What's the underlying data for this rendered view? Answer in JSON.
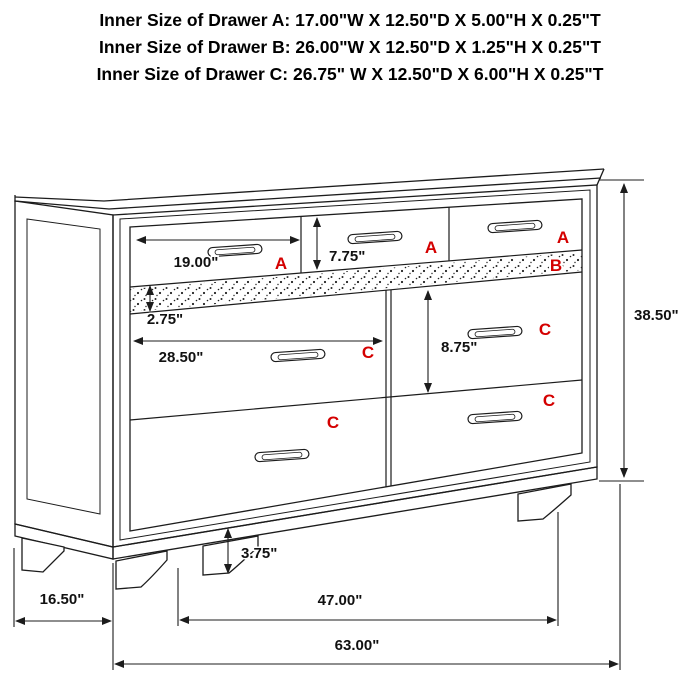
{
  "header": {
    "lines": [
      "Inner Size of Drawer A: 17.00\"W X 12.50\"D X 5.00\"H X 0.25\"T",
      "Inner Size of Drawer B: 26.00\"W X 12.50\"D X 1.25\"H X 0.25\"T",
      "Inner Size of Drawer C: 26.75\" W X 12.50\"D X 6.00\"H X 0.25\"T"
    ]
  },
  "diagram": {
    "drawer_labels": {
      "top_left": "A",
      "top_center": "A",
      "top_right": "A",
      "jewelry_drawer": "B",
      "mid_left": "C",
      "mid_right": "C",
      "bottom_left": "C",
      "bottom_right": "C"
    },
    "dimensions": {
      "drawer_a_width": "19.00\"",
      "drawer_a_height": "7.75\"",
      "jewelry_drawer_height": "2.75\"",
      "drawer_c_width": "28.50\"",
      "drawer_c_height": "8.75\"",
      "overall_height": "38.50\"",
      "foot_height": "3.75\"",
      "side_depth": "16.50\"",
      "leg_span_width": "47.00\"",
      "overall_width": "63.00\""
    },
    "colors": {
      "label_red": "#d40000",
      "line": "#1c1c1c"
    }
  }
}
